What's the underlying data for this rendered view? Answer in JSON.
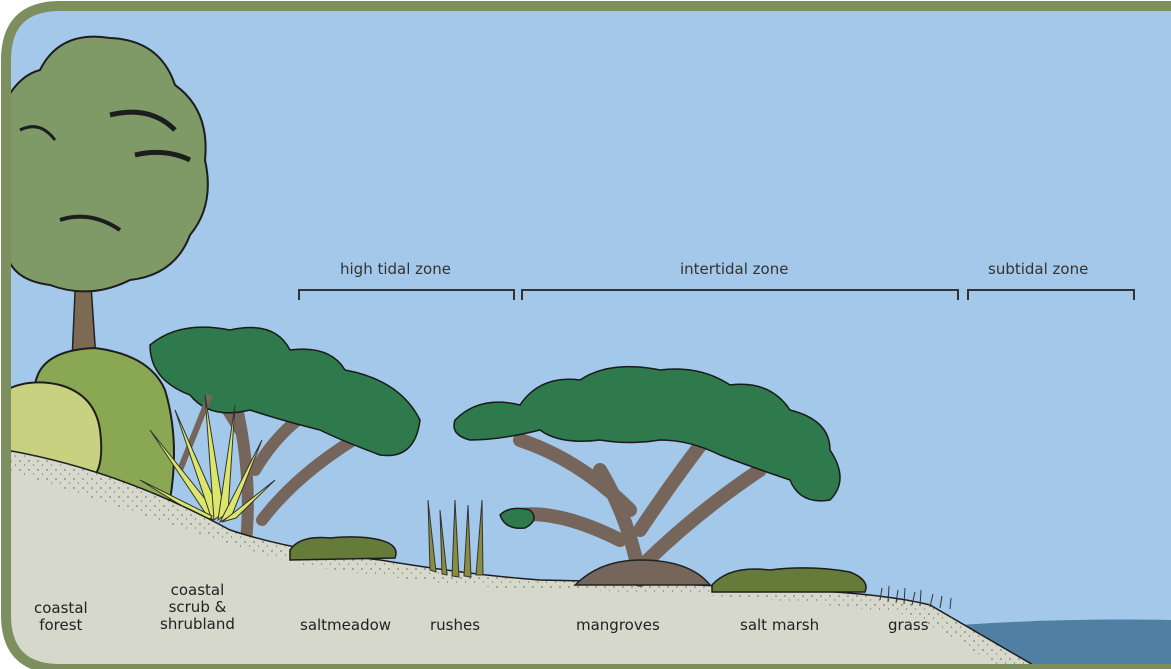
{
  "zones": [
    {
      "id": "high",
      "label": "high tidal zone"
    },
    {
      "id": "inter",
      "label": "intertidal zone"
    },
    {
      "id": "sub",
      "label": "subtidal zone"
    }
  ],
  "habitats": {
    "coastal_forest": [
      "coastal",
      "forest"
    ],
    "coastal_scrub": [
      "coastal",
      "scrub &",
      "shrubland"
    ],
    "saltmeadow": [
      "saltmeadow"
    ],
    "rushes": [
      "rushes"
    ],
    "mangroves": [
      "mangroves"
    ],
    "salt_marsh": [
      "salt marsh"
    ],
    "grass": [
      "grass"
    ]
  },
  "colors": {
    "sky": "#a3c8ea",
    "border": "#7d8f5f",
    "sand": "#d6d8cc",
    "sea": "#4f7fa3",
    "forest_tree": "#7f9a67",
    "forest_trunk": "#7d6a52",
    "scrub_light": "#c8d17f",
    "scrub_mid": "#8aa853",
    "agave": "#dbe66a",
    "canopy": "#2f7a4c",
    "trunk": "#76655a",
    "marsh": "#657b3a",
    "rushes": "#8a8c3f"
  }
}
